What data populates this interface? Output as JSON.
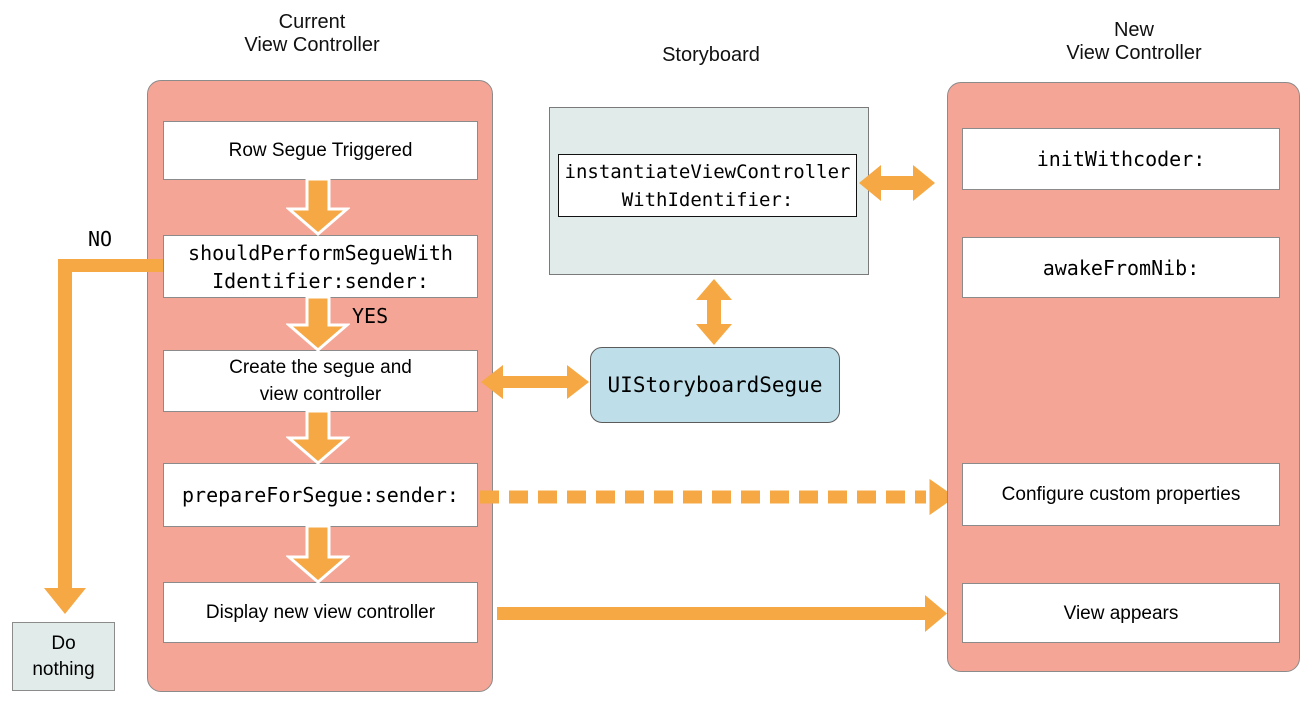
{
  "titles": {
    "current": "Current\nView Controller",
    "storyboard": "Storyboard",
    "new": "New\nView Controller"
  },
  "current_column": {
    "boxes": [
      {
        "label": "Row Segue Triggered",
        "mono": false
      },
      {
        "label": "shouldPerformSegueWith\nIdentifier:sender:",
        "mono": true
      },
      {
        "label": "Create the segue and\nview controller",
        "mono": false
      },
      {
        "label": "prepareForSegue:sender:",
        "mono": true
      },
      {
        "label": "Display new view controller",
        "mono": false
      }
    ]
  },
  "storyboard_column": {
    "method": "instantiateViewController\nWithIdentifier:",
    "segue_class": "UIStoryboardSegue"
  },
  "new_column": {
    "boxes": [
      {
        "label": "initWithcoder:",
        "mono": true
      },
      {
        "label": "awakeFromNib:",
        "mono": true
      },
      {
        "label": "Configure custom properties",
        "mono": false
      },
      {
        "label": "View appears",
        "mono": false
      }
    ]
  },
  "labels": {
    "yes": "YES",
    "no": "NO",
    "do_nothing": "Do\nnothing"
  },
  "colors": {
    "container_salmon": "#F4A596",
    "arrow_orange": "#F5A843",
    "panel_blue_gray": "#E0EBEA",
    "segue_blue": "#BEDFEA",
    "box_border_gray": "#8B8B8B",
    "method_border_black": "#111111"
  }
}
